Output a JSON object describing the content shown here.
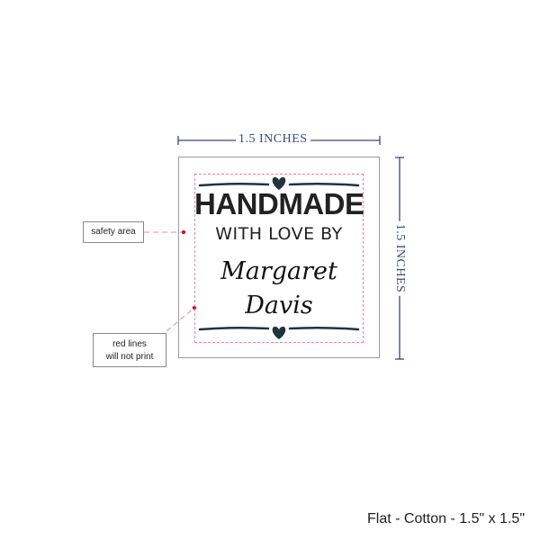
{
  "dimensions": {
    "width_label": "1.5 INCHES",
    "height_label": "1.5 INCHES"
  },
  "label": {
    "line1": "HANDMADE",
    "line2": "WITH LOVE BY",
    "name_first": "Margaret",
    "name_last": "Davis"
  },
  "callouts": {
    "safety_area": "safety area",
    "red_lines_1": "red lines",
    "red_lines_2": "will not print"
  },
  "product": {
    "description": "Flat - Cotton - 1.5\" x 1.5\""
  },
  "colors": {
    "dimension": "#3c4777",
    "safety_line": "#e58a97",
    "marker": "#c8102e",
    "ink": "#222222"
  }
}
